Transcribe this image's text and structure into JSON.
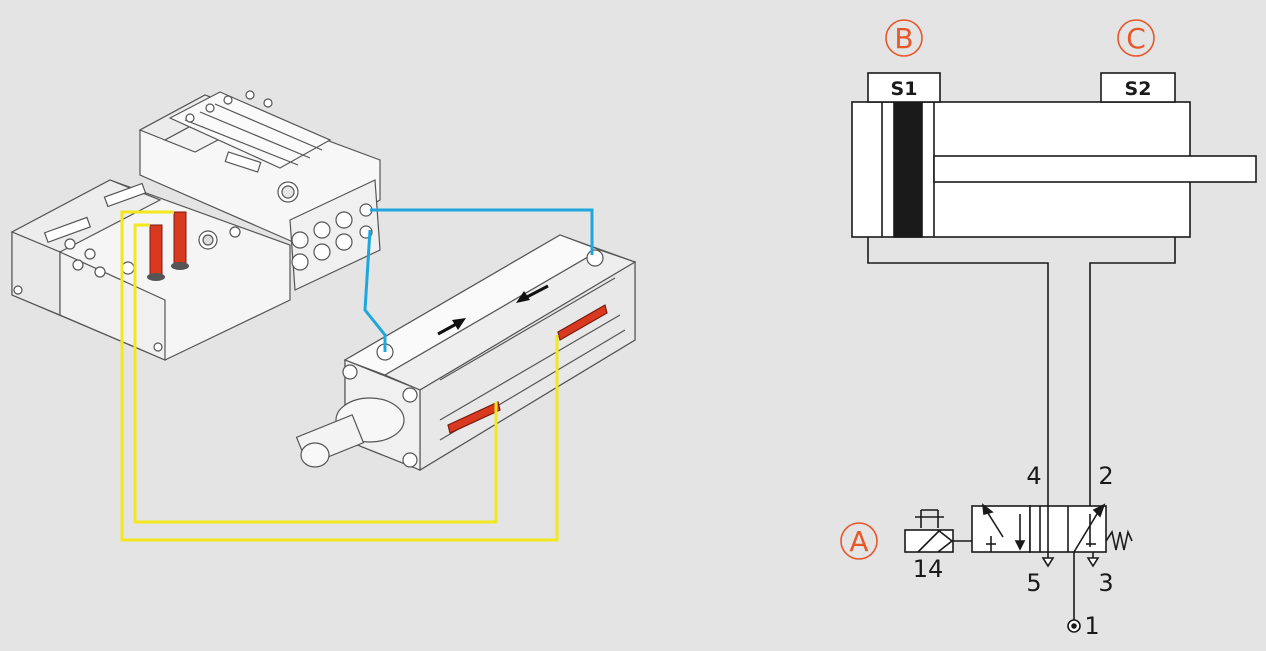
{
  "colors": {
    "background": "#e4e4e4",
    "callout": "#e8572a",
    "wire_electric": "#f3e81f",
    "tube_pneumatic": "#1ea7de",
    "sensor": "#d8391f",
    "line": "#1a1a1a"
  },
  "callouts": {
    "a": "A",
    "b": "B",
    "c": "C"
  },
  "sensors": {
    "s1": "S1",
    "s2": "S2"
  },
  "ports": {
    "p4": "4",
    "p2": "2",
    "p5": "5",
    "p3": "3",
    "p1": "1",
    "p14": "14"
  },
  "illustration": {
    "controller": "valve-terminal",
    "actuator": "pneumatic-cylinder",
    "arrows": [
      "extend-arrow-icon",
      "retract-arrow-icon"
    ]
  }
}
